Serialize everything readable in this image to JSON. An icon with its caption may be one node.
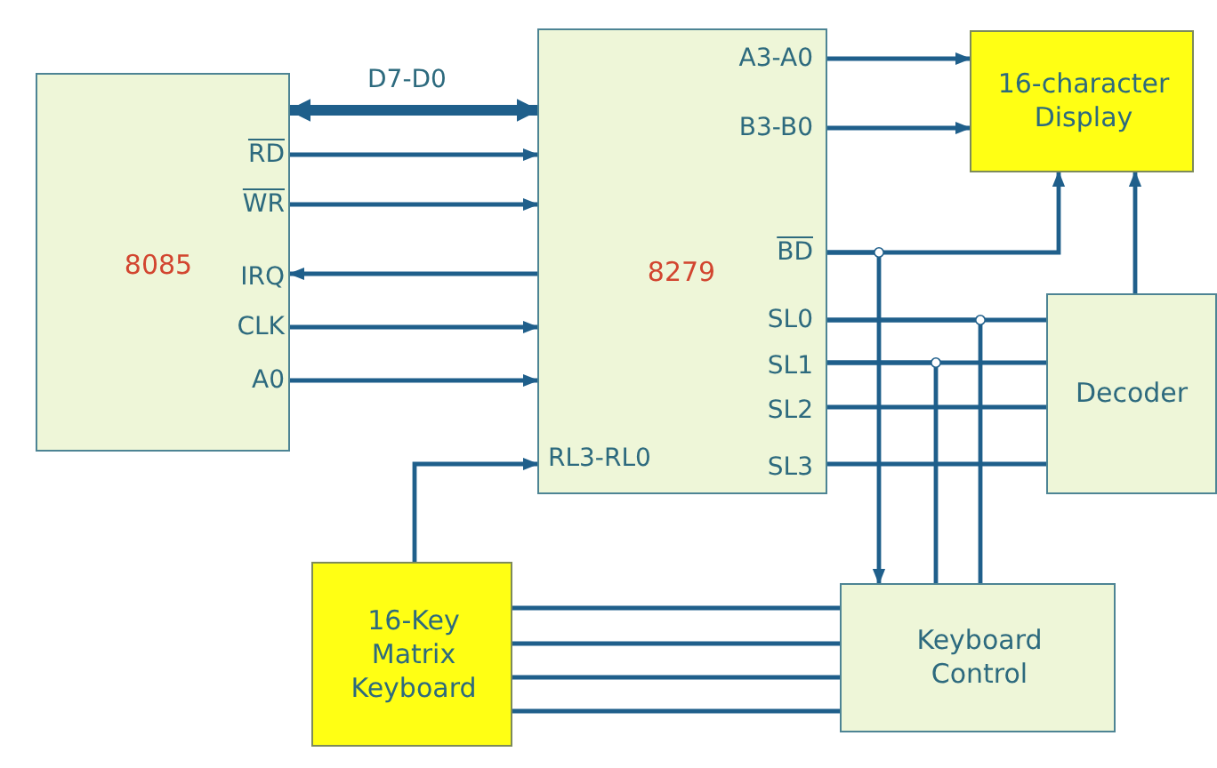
{
  "diagram": {
    "nodes": [
      {
        "text": [
          "8085"
        ]
      },
      {
        "text": [
          "8279"
        ]
      },
      {
        "text": [
          "16-character Display"
        ]
      },
      {
        "text": [
          "Decoder"
        ]
      },
      {
        "text": [
          "16-Key Matrix Keyboard"
        ]
      },
      {
        "text": [
          "Keyboard Control"
        ]
      }
    ],
    "edges": [
      {
        "from": 0,
        "to": 1,
        "arrow": "both",
        "label": "D7-D0",
        "style": "thick"
      },
      {
        "from": 0,
        "to": 1,
        "arrow": "to"
      },
      {
        "from": 0,
        "to": 1,
        "arrow": "to"
      },
      {
        "from": 1,
        "to": 0,
        "arrow": "to"
      },
      {
        "from": 0,
        "to": 1,
        "arrow": "to"
      },
      {
        "from": 0,
        "to": 1,
        "arrow": "to"
      },
      {
        "from": 1,
        "to": 2,
        "arrow": "to"
      },
      {
        "from": 1,
        "to": 2,
        "arrow": "to"
      },
      {
        "from": 1,
        "to": 2,
        "arrow": "to"
      },
      {
        "from": 3,
        "to": 2,
        "arrow": "to"
      },
      {
        "from": 1,
        "to": 5,
        "arrow": "to"
      },
      {
        "from": 1,
        "to": 3,
        "arrow": "none"
      },
      {
        "from": 1,
        "to": 3,
        "arrow": "none"
      },
      {
        "from": 1,
        "to": 3,
        "arrow": "none"
      },
      {
        "from": 1,
        "to": 3,
        "arrow": "none"
      },
      {
        "from": 1,
        "to": 5,
        "arrow": "none"
      },
      {
        "from": 1,
        "to": 5,
        "arrow": "none"
      },
      {
        "from": 4,
        "to": 1,
        "arrow": "to"
      },
      {
        "from": 4,
        "to": 5,
        "arrow": "none"
      },
      {
        "from": 4,
        "to": 5,
        "arrow": "none"
      },
      {
        "from": 4,
        "to": 5,
        "arrow": "none"
      },
      {
        "from": 4,
        "to": 5,
        "arrow": "none"
      }
    ],
    "labels": [
      "RD",
      "WR",
      "IRQ",
      "CLK",
      "A0",
      "A3-A0",
      "B3-B0",
      "BD",
      "SL0",
      "SL1",
      "SL2",
      "SL3",
      "RL3-RL0"
    ]
  }
}
